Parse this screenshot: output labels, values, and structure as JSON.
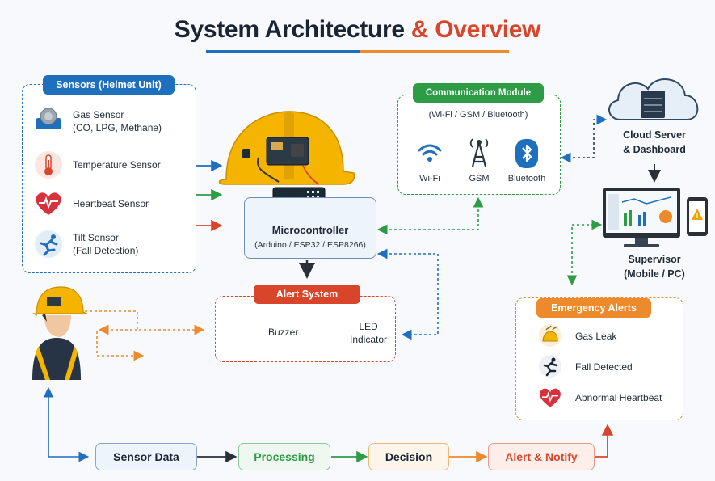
{
  "header": {
    "title_main": "System Architecture",
    "title_accent": "& Overview"
  },
  "sensors": {
    "heading": "Sensors (Helmet Unit)",
    "items": [
      {
        "icon": "gas-sensor-icon",
        "line1": "Gas Sensor",
        "line2": "(CO, LPG, Methane)"
      },
      {
        "icon": "thermometer-icon",
        "line1": "Temperature Sensor",
        "line2": ""
      },
      {
        "icon": "heart-pulse-icon",
        "line1": "Heartbeat Sensor",
        "line2": ""
      },
      {
        "icon": "falling-person-icon",
        "line1": "Tilt Sensor",
        "line2": "(Fall Detection)"
      }
    ]
  },
  "microcontroller": {
    "label": "Microcontroller",
    "sub": "(Arduino / ESP32 / ESP8266)"
  },
  "communication": {
    "heading": "Communication Module",
    "sub": "(Wi-Fi / GSM / Bluetooth)",
    "items": [
      {
        "icon": "wifi-icon",
        "label": "Wi-Fi"
      },
      {
        "icon": "gsm-tower-icon",
        "label": "GSM"
      },
      {
        "icon": "bluetooth-icon",
        "label": "Bluetooth"
      }
    ]
  },
  "cloud": {
    "line1": "Cloud Server",
    "line2": "& Dashboard"
  },
  "supervisor": {
    "line1": "Supervisor",
    "line2": "(Mobile / PC)"
  },
  "alert_system": {
    "heading": "Alert System",
    "buzzer": "Buzzer",
    "led_line1": "LED",
    "led_line2": "Indicator"
  },
  "emergency": {
    "heading": "Emergency Alerts",
    "items": [
      {
        "icon": "gas-leak-icon",
        "label": "Gas Leak"
      },
      {
        "icon": "fall-detected-icon",
        "label": "Fall Detected"
      },
      {
        "icon": "abnormal-heartbeat-icon",
        "label": "Abnormal Heartbeat"
      }
    ]
  },
  "flow": {
    "steps": [
      "Sensor Data",
      "Processing",
      "Decision",
      "Alert & Notify"
    ]
  },
  "colors": {
    "blue": "#1f6fbf",
    "green": "#2e9b47",
    "red": "#d8452b",
    "orange": "#ec8a2c",
    "dark": "#1b2433"
  }
}
